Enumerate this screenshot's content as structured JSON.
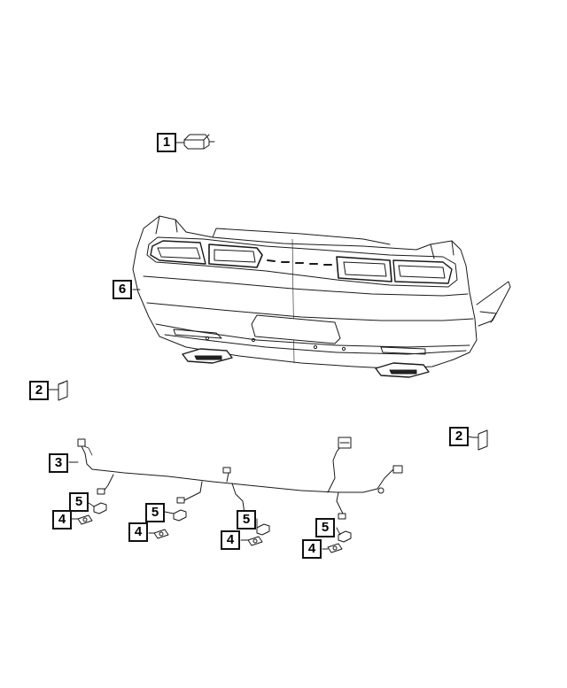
{
  "callouts": {
    "c1": "1",
    "c2a": "2",
    "c2b": "2",
    "c3": "3",
    "c6": "6",
    "c4a": "4",
    "c4b": "4",
    "c4c": "4",
    "c4d": "4",
    "c5a": "5",
    "c5b": "5",
    "c5c": "5",
    "c5d": "5"
  },
  "parts": [
    {
      "callout": "1",
      "icon": "module-icon"
    },
    {
      "callout": "2",
      "icon": "bumper-bracket-icon"
    },
    {
      "callout": "3",
      "icon": "wiring-harness-icon"
    },
    {
      "callout": "4",
      "icon": "sensor-retainer-icon"
    },
    {
      "callout": "5",
      "icon": "park-assist-sensor-icon"
    },
    {
      "callout": "6",
      "icon": "rear-bumper-fascia-icon"
    }
  ],
  "colors": {
    "line": "#1a1a1a",
    "background": "#ffffff"
  }
}
